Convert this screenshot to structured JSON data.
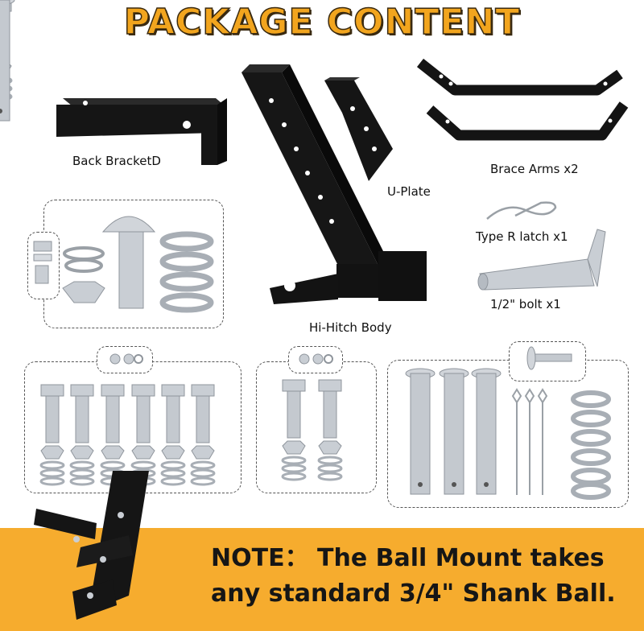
{
  "title": "PACKAGE CONTENT",
  "parts": {
    "back_bracket": "Back BracketD",
    "u_plate": "U-Plate",
    "brace_arms": "Brace Arms x2",
    "r_latch": "Type R latch x1",
    "bolt": "1/2\" bolt x1",
    "hi_hitch_body": "Hi-Hitch Body"
  },
  "note": {
    "line1": "NOTE： The Ball Mount takes",
    "line2": "any standard 3/4\" Shank Ball."
  },
  "colors": {
    "title": "#f2a51e",
    "note_band": "#f6ac2e",
    "steel": "#c9ced4",
    "black_part": "#141414"
  }
}
